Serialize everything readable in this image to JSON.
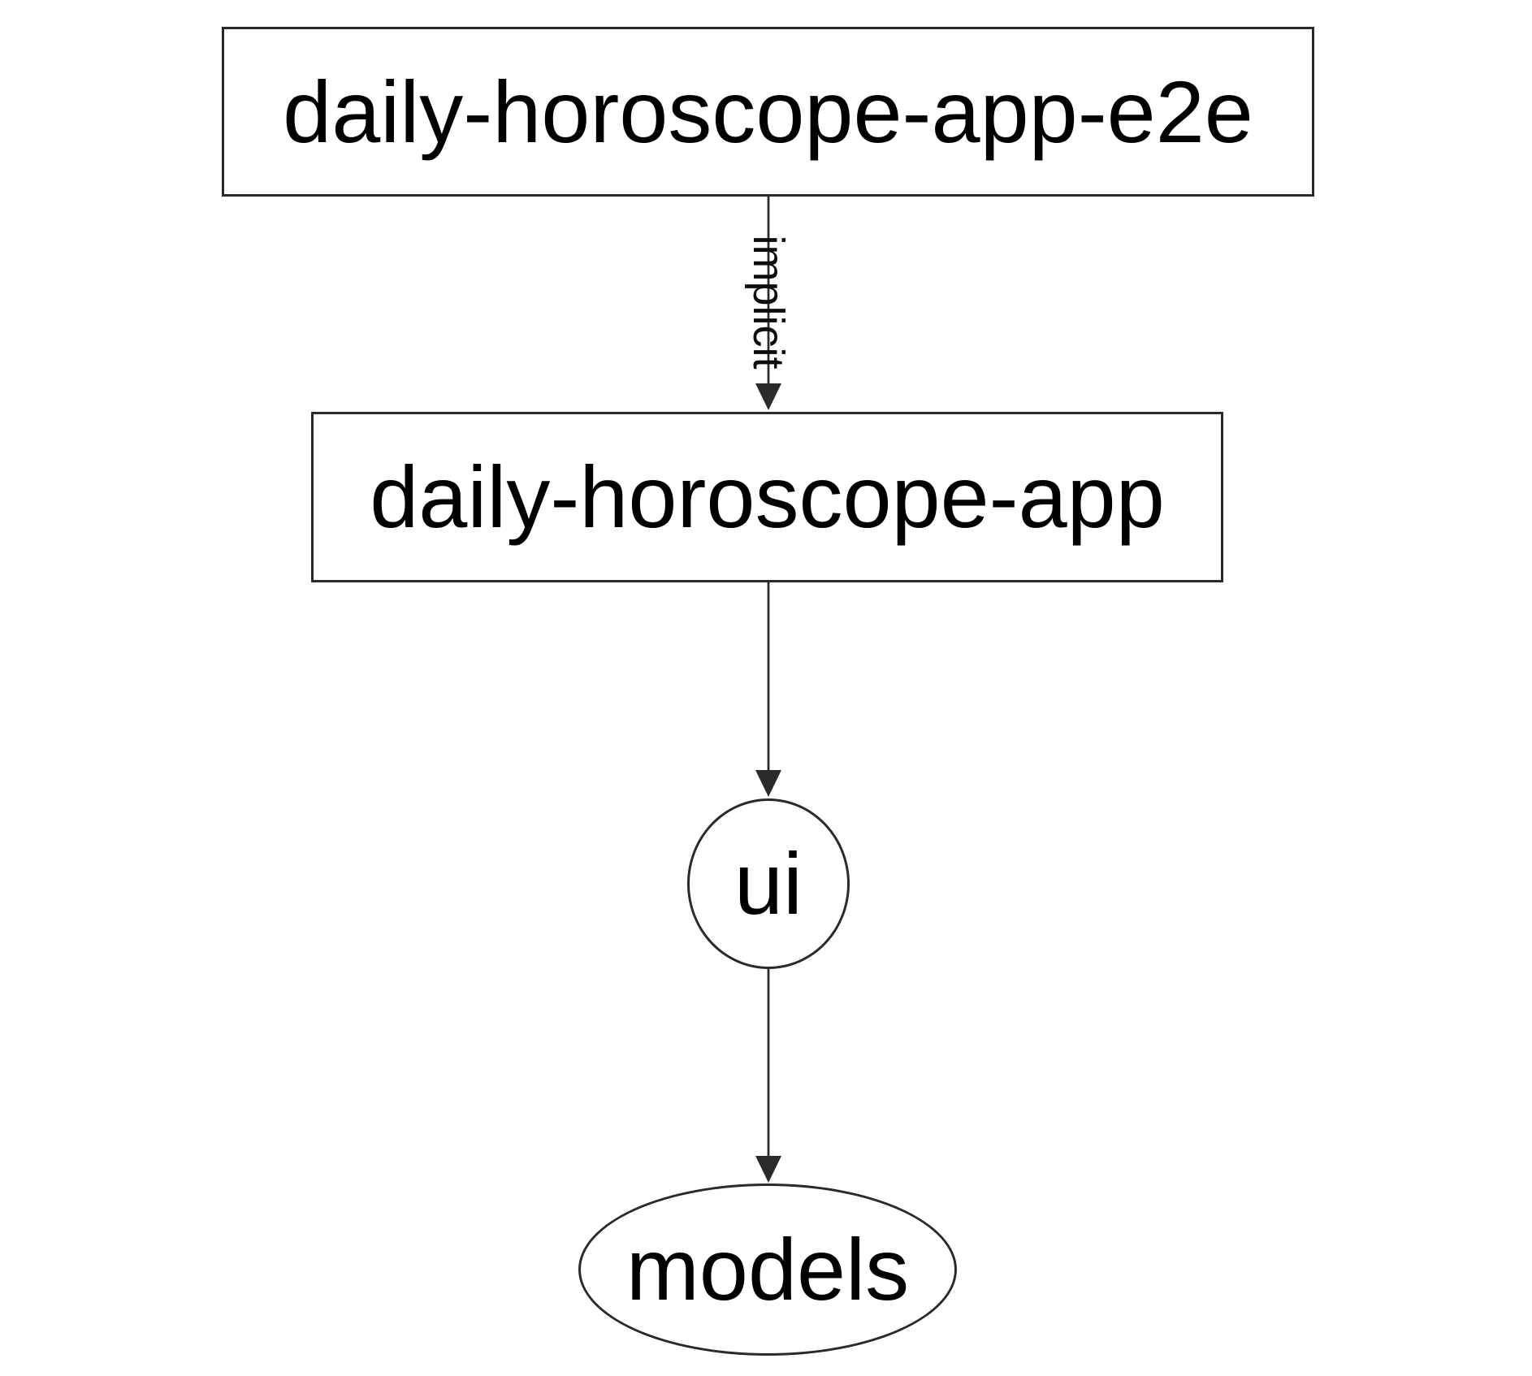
{
  "diagram": {
    "background_color": "#ffffff",
    "node_fill_color": "#ffffff",
    "stroke_color": "#2a2a2a",
    "text_color": "#000000",
    "nodes": [
      {
        "id": "daily-horoscope-app-e2e",
        "label": "daily-horoscope-app-e2e",
        "shape": "rectangle"
      },
      {
        "id": "daily-horoscope-app",
        "label": "daily-horoscope-app",
        "shape": "rectangle"
      },
      {
        "id": "ui",
        "label": "ui",
        "shape": "circle"
      },
      {
        "id": "models",
        "label": "models",
        "shape": "ellipse"
      }
    ],
    "edges": [
      {
        "from": "daily-horoscope-app-e2e",
        "to": "daily-horoscope-app",
        "label": "implicit",
        "style": "arrow-down"
      },
      {
        "from": "daily-horoscope-app",
        "to": "ui",
        "label": "",
        "style": "arrow-down"
      },
      {
        "from": "ui",
        "to": "models",
        "label": "",
        "style": "arrow-down"
      }
    ]
  }
}
